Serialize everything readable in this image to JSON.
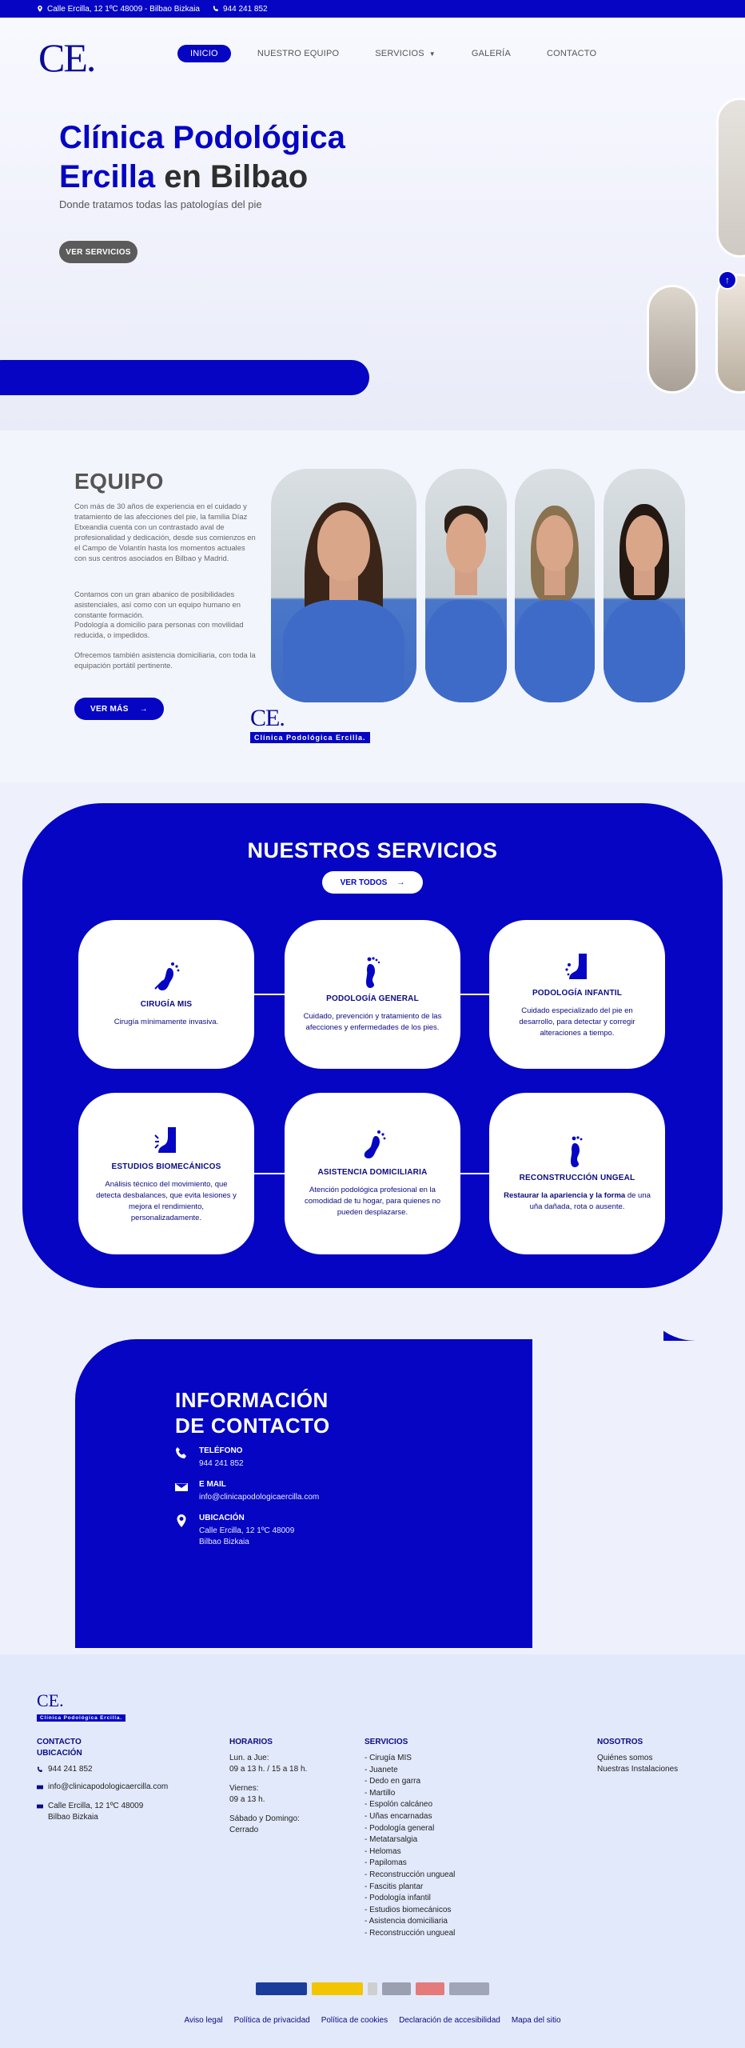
{
  "topbar": {
    "address": "Calle Ercilla, 12 1ºC 48009 - Bilbao Bizkaia",
    "phone": "944 241 852"
  },
  "logo": {
    "text": "CE."
  },
  "nav": {
    "items": [
      "INICIO",
      "NUESTRO EQUIPO",
      "SERVICIOS",
      "GALERÍA",
      "CONTACTO"
    ],
    "active": "INICIO"
  },
  "hero": {
    "title_blue": "Clínica Podológica Ercilla",
    "title_rest": "en Bilbao",
    "subtitle": "Donde tratamos todas las patologías del pie",
    "button": "VER SERVICIOS"
  },
  "equipo": {
    "title": "EQUIPO",
    "paragraphs": [
      "Con más de 30 años de experiencia en el cuidado y tratamiento de las afecciones del pie, la familia Díaz Etxeandia cuenta con un contrastado aval de profesionalidad y dedicación, desde sus comienzos en el Campo de Volantín hasta los momentos actuales con sus centros asociados en Bilbao y Madrid.",
      "Contamos con un gran abanico de posibilidades asistenciales, así como con un equipo humano en constante formación.",
      "Podología a domicilio para personas con movilidad reducida, o impedidos.",
      "Ofrecemos también asistencia domiciliaria, con toda la equipación portátil pertinente."
    ],
    "button": "VER MÁS",
    "logo_band": "Clínica Podológica Ercilla."
  },
  "servicios": {
    "title": "NUESTROS SERVICIOS",
    "button": "VER TODOS",
    "cards": [
      {
        "title": "CIRUGÍA MIS",
        "desc": "Cirugía mínimamente invasiva."
      },
      {
        "title": "PODOLOGÍA GENERAL",
        "desc": "Cuidado, prevención y tratamiento de las afecciones y enfermedades de los pies."
      },
      {
        "title": "PODOLOGÍA INFANTIL",
        "desc": "Cuidado especializado del pie en desarrollo, para detectar y corregir alteraciones a tiempo."
      },
      {
        "title": "ESTUDIOS BIOMECÁNICOS",
        "desc": "Análisis técnico del movimiento, que detecta desbalances, que evita lesiones y mejora el rendimiento, personalizadamente."
      },
      {
        "title": "ASISTENCIA DOMICILIARIA",
        "desc": "Atención podológica profesional en la comodidad de tu hogar, para quienes no pueden desplazarse."
      },
      {
        "title": "RECONSTRUCCIÓN UNGEAL",
        "desc_bold": "Restaurar la apariencia y la forma",
        "desc": "de una uña dañada, rota o ausente."
      }
    ]
  },
  "contacto": {
    "title_line1": "INFORMACIÓN",
    "title_line2": "DE CONTACTO",
    "phone_label": "TELÉFONO",
    "phone": "944 241 852",
    "email_label": "E MAIL",
    "email": "info@clinicapodologicaercilla.com",
    "loc_label": "UBICACIÓN",
    "loc_line1": "Calle Ercilla, 12 1ºC 48009",
    "loc_line2": "Bilbao Bizkaia"
  },
  "footer": {
    "logo_band": "Clínica Podológica Ercilla.",
    "contact_heading1": "CONTACTO",
    "contact_heading2": "UBICACIÓN",
    "phone": "944 241 852",
    "email": "info@clinicapodologicaercilla.com",
    "addr1": "Calle Ercilla, 12 1ºC 48009",
    "addr2": "Bilbao Bizkaia",
    "horarios_heading": "HORARIOS",
    "h1": "Lun. a Jue:",
    "h2": "09 a 13 h. / 15 a 18 h.",
    "h3": "Viernes:",
    "h4": "09 a 13 h.",
    "h5": "Sábado y Domingo:",
    "h6": "Cerrado",
    "servicios_heading": "SERVICIOS",
    "servicios": [
      "Cirugía MIS",
      "Juanete",
      "Dedo en garra",
      "Martillo",
      "Espolón calcáneo",
      "Uñas encarnadas",
      "Podología general",
      "Metatarsalgia",
      "Helomas",
      "Papilomas",
      "Reconstrucción ungueal",
      "Fascitis plantar",
      "Podología infantil",
      "Estudios biomecánicos",
      "Asistencia domiciliaria",
      "Reconstrucción ungueal"
    ],
    "nosotros_heading": "NOSOTROS",
    "n1": "Quiénes somos",
    "n2": "Nuestras Instalaciones",
    "links": [
      "Aviso legal",
      "Política de privacidad",
      "Política de cookies",
      "Declaración de accesibilidad",
      "Mapa del sitio"
    ]
  },
  "colors": {
    "brand_blue": "#0505c3",
    "dark_blue": "#0b0b80"
  }
}
